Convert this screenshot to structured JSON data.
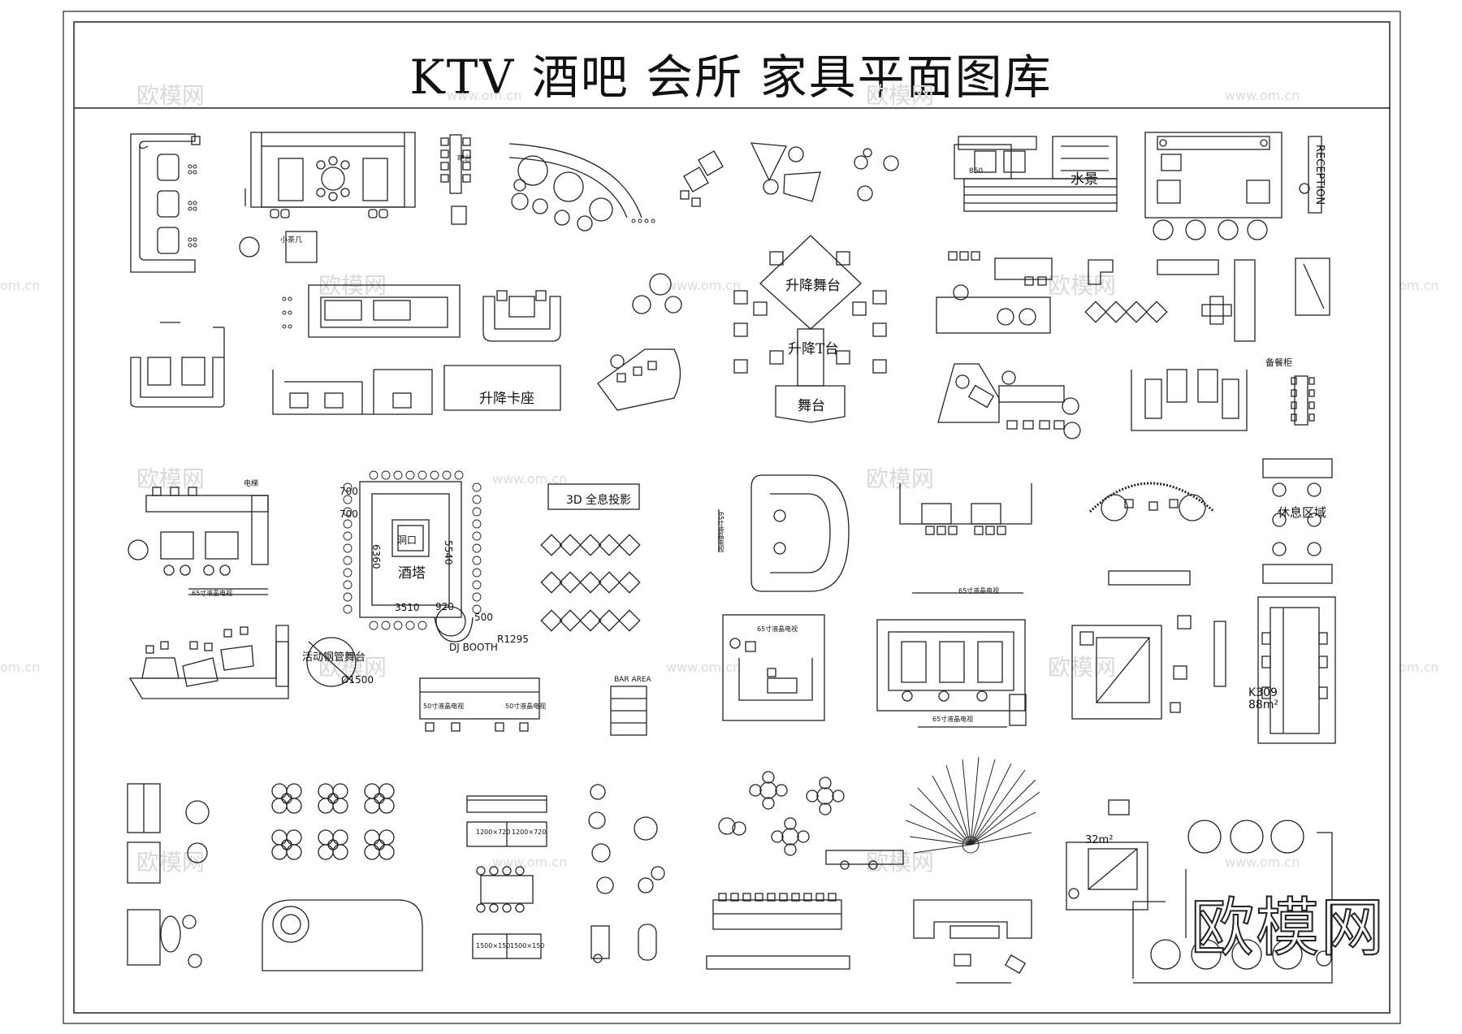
{
  "title": "KTV 酒吧 会所 家具平面图库",
  "watermark": {
    "brand": "欧模网",
    "url": "www.om.cn",
    "url_partial": "om.cn",
    "big_logo": "欧模网"
  },
  "labels": {
    "lift_stage": "升降舞台",
    "lift_t_stage": "升降T台",
    "stage": "舞台",
    "lift_booth": "升降卡座",
    "water_feature": "水景",
    "reception": "RECEPTION",
    "projection": "3D 全息投影",
    "wine_tower": "酒塔",
    "dj_booth": "DJ BOOTH",
    "movable_stage": "活动钢管舞台",
    "lounge": "休息区域",
    "room_code": "K309",
    "room_area": "88m²",
    "area_32": "32m²",
    "bar_area": "BAR AREA",
    "backup_cabinet": "备餐柜",
    "dim_700_a": "700",
    "dim_700_b": "700",
    "dim_6360": "6360",
    "dim_5540": "5540",
    "dim_3510": "3510",
    "dim_920": "920",
    "dim_500": "500",
    "dim_r1295": "R1295",
    "dim_d1500": "Ø1500",
    "dim_850": "850",
    "tv_65_a": "65寸液晶电视",
    "tv_65_b": "65寸液晶电视",
    "tv_65_c": "65寸液晶电视",
    "tv_65_d": "65寸液晶电视",
    "tv_50_a": "50寸液晶电视",
    "tv_50_b": "50寸液晶电视",
    "tv_65_vert": "65寸液晶电视",
    "dim_1200x720_a": "1200×720",
    "dim_1200x720_b": "1200×720",
    "dim_1500x150_a": "1500×150",
    "dim_1500x150_b": "1500×150",
    "small_table": "小茶几",
    "hole": "洞口",
    "elevator": "电梯",
    "bar_counter": "吧台"
  }
}
